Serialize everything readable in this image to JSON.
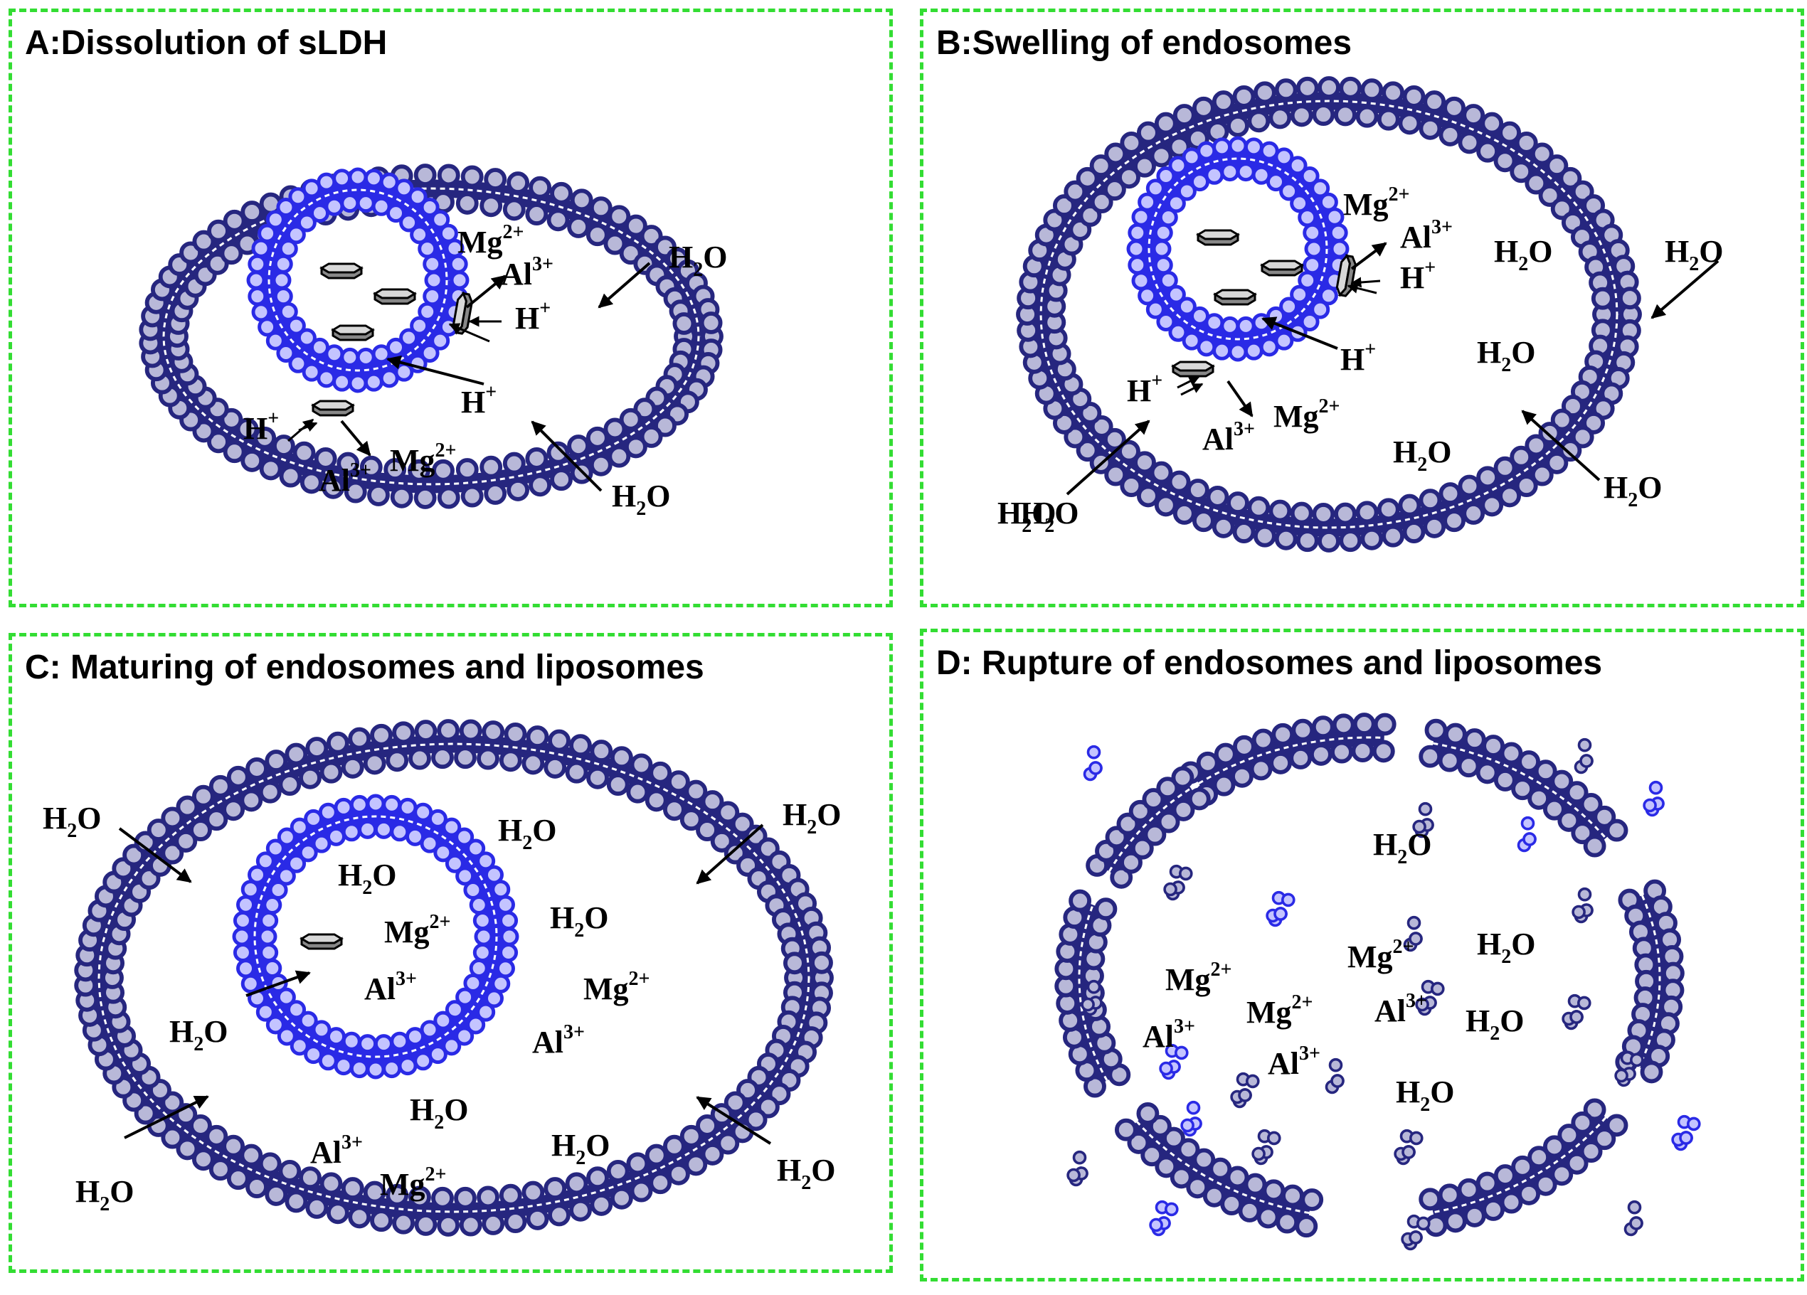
{
  "colors": {
    "panel_border": "#33dd33",
    "outer_membrane": "#26267f",
    "outer_head_fill": "#b8b8d8",
    "inner_membrane": "#2a2ae6",
    "inner_head_fill": "#c4c4ff",
    "arrow": "#000000",
    "ldh_particle": "#d8d8d8"
  },
  "panels": [
    {
      "id": "A",
      "title": "A:Dissolution of sLDH",
      "labels": [
        {
          "base": "Mg",
          "sup": "2+"
        },
        {
          "base": "Al",
          "sup": "3+"
        },
        {
          "base": "H",
          "sup": "+"
        },
        {
          "base": "H",
          "sup": "+"
        },
        {
          "base": "H",
          "sup": "+"
        },
        {
          "base": "Al",
          "sup": "3+"
        },
        {
          "base": "Mg",
          "sup": "2+"
        },
        {
          "base": "H",
          "sub": "2",
          "rest": "O"
        },
        {
          "base": "H",
          "sub": "2",
          "rest": "O"
        }
      ]
    },
    {
      "id": "B",
      "title": "B:Swelling of endosomes",
      "labels": [
        {
          "base": "Mg",
          "sup": "2+"
        },
        {
          "base": "Al",
          "sup": "3+"
        },
        {
          "base": "H",
          "sup": "+"
        },
        {
          "base": "H",
          "sup": "+"
        },
        {
          "base": "H",
          "sup": "+"
        },
        {
          "base": "Al",
          "sup": "3+"
        },
        {
          "base": "Mg",
          "sup": "2+"
        },
        {
          "base": "H",
          "sub": "2",
          "rest": "O"
        },
        {
          "base": "H",
          "sub": "2",
          "rest": "O"
        },
        {
          "base": "H",
          "sub": "2",
          "rest": "O"
        },
        {
          "base": "H",
          "sub": "2",
          "rest": "O"
        },
        {
          "base": "H",
          "sub": "2",
          "rest": "O"
        },
        {
          "base": "H",
          "sub": "2",
          "rest": "O"
        },
        {
          "base": "H",
          "sub": "2",
          "rest": "O"
        }
      ]
    },
    {
      "id": "C",
      "title": "C: Maturing of endosomes and liposomes",
      "labels": [
        {
          "base": "H",
          "sub": "2",
          "rest": "O"
        },
        {
          "base": "H",
          "sub": "2",
          "rest": "O"
        },
        {
          "base": "H",
          "sub": "2",
          "rest": "O"
        },
        {
          "base": "H",
          "sub": "2",
          "rest": "O"
        },
        {
          "base": "Mg",
          "sup": "2+"
        },
        {
          "base": "H",
          "sub": "2",
          "rest": "O"
        },
        {
          "base": "Al",
          "sup": "3+"
        },
        {
          "base": "Mg",
          "sup": "2+"
        },
        {
          "base": "H",
          "sub": "2",
          "rest": "O"
        },
        {
          "base": "Al",
          "sup": "3+"
        },
        {
          "base": "H",
          "sub": "2",
          "rest": "O"
        },
        {
          "base": "H",
          "sub": "2",
          "rest": "O"
        },
        {
          "base": "Al",
          "sup": "3+"
        },
        {
          "base": "H",
          "sub": "2",
          "rest": "O"
        },
        {
          "base": "Mg",
          "sup": "2+"
        },
        {
          "base": "H",
          "sub": "2",
          "rest": "O"
        }
      ]
    },
    {
      "id": "D",
      "title": "D: Rupture of endosomes and liposomes",
      "labels": [
        {
          "base": "H",
          "sub": "2",
          "rest": "O"
        },
        {
          "base": "Mg",
          "sup": "2+"
        },
        {
          "base": "H",
          "sub": "2",
          "rest": "O"
        },
        {
          "base": "Mg",
          "sup": "2+"
        },
        {
          "base": "Mg",
          "sup": "2+"
        },
        {
          "base": "Al",
          "sup": "3+"
        },
        {
          "base": "H",
          "sub": "2",
          "rest": "O"
        },
        {
          "base": "Al",
          "sup": "3+"
        },
        {
          "base": "Al",
          "sup": "3+"
        },
        {
          "base": "H",
          "sub": "2",
          "rest": "O"
        }
      ]
    }
  ]
}
